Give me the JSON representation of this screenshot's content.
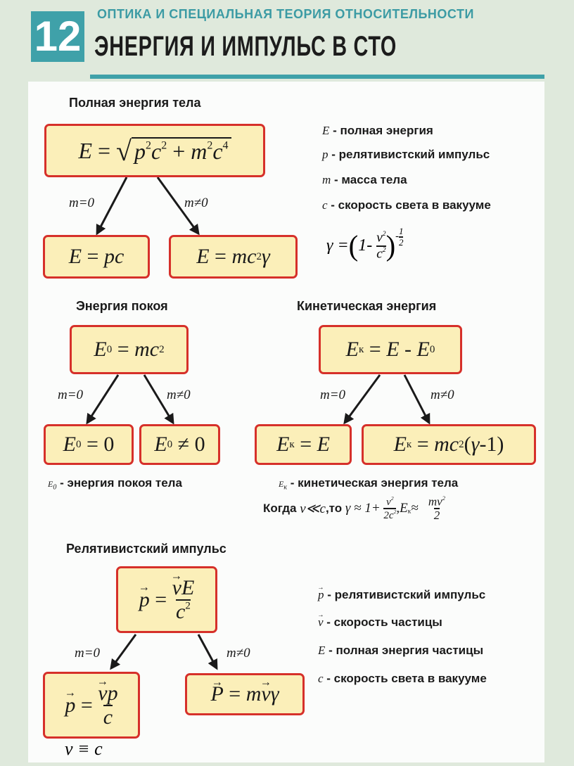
{
  "header": {
    "number": "12",
    "subject": "ОПТИКА И СПЕЦИАЛЬНАЯ ТЕОРИЯ ОТНОСИТЕЛЬНОСТИ",
    "title": "ЭНЕРГИЯ И ИМПУЛЬС В СТО"
  },
  "colors": {
    "accent": "#3fa1a9",
    "box_border": "#d6302a",
    "box_fill": "#fbefb9",
    "page_bg": "#dfe9dc"
  },
  "sections": {
    "total_energy": "Полная энергия тела",
    "rest_energy": "Энергия покоя",
    "kinetic_energy": "Кинетическая энергия",
    "momentum": "Релятивистский импульс"
  },
  "conditions": {
    "zero": "m=0",
    "nonzero": "m≠0"
  },
  "legend1": {
    "E": "- полная энергия",
    "p": "- релятивистский импульс",
    "m": "- масса тела",
    "c": "- скорость света в вакууме"
  },
  "rest_note": "- энергия покоя тела",
  "kinetic_note": "- кинетическая энергия тела",
  "low_speed": {
    "prefix": "Когда",
    "to": ",то"
  },
  "legend2": {
    "p": "- релятивистский импульс",
    "v": "- скорость частицы",
    "E": "- полная энергия частицы",
    "c": "- скорость света в вакууме"
  }
}
